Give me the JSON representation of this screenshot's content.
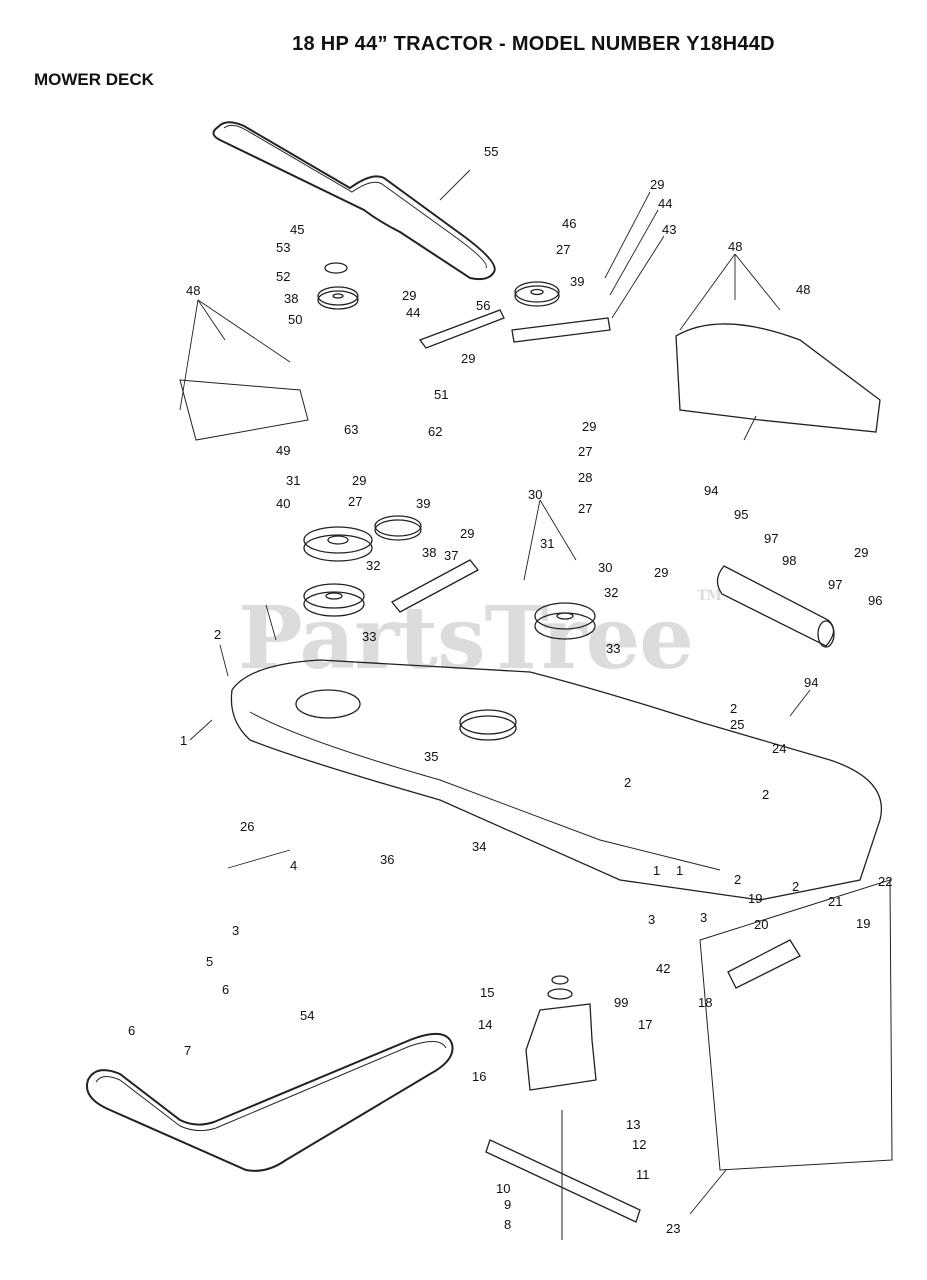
{
  "header": {
    "title": "18 HP 44” TRACTOR - MODEL NUMBER Y18H44D",
    "section": "MOWER DECK"
  },
  "watermark": {
    "text": "PartsTree",
    "tm": "TM"
  },
  "callouts": [
    "55",
    "29",
    "44",
    "43",
    "46",
    "27",
    "39",
    "45",
    "53",
    "52",
    "38",
    "50",
    "29",
    "44",
    "56",
    "48",
    "48",
    "48",
    "29",
    "51",
    "63",
    "62",
    "49",
    "29",
    "27",
    "28",
    "27",
    "94",
    "95",
    "31",
    "29",
    "27",
    "39",
    "40",
    "30",
    "31",
    "30",
    "32",
    "29",
    "38",
    "37",
    "29",
    "97",
    "98",
    "97",
    "29",
    "96",
    "32",
    "33",
    "33",
    "2",
    "1",
    "35",
    "94",
    "2",
    "25",
    "24",
    "2",
    "2",
    "26",
    "34",
    "4",
    "36",
    "3",
    "1",
    "1",
    "3",
    "3",
    "2",
    "19",
    "2",
    "21",
    "20",
    "19",
    "22",
    "42",
    "99",
    "15",
    "5",
    "6",
    "6",
    "7",
    "54",
    "14",
    "18",
    "17",
    "16",
    "13",
    "12",
    "11",
    "10",
    "9",
    "8",
    "23"
  ]
}
